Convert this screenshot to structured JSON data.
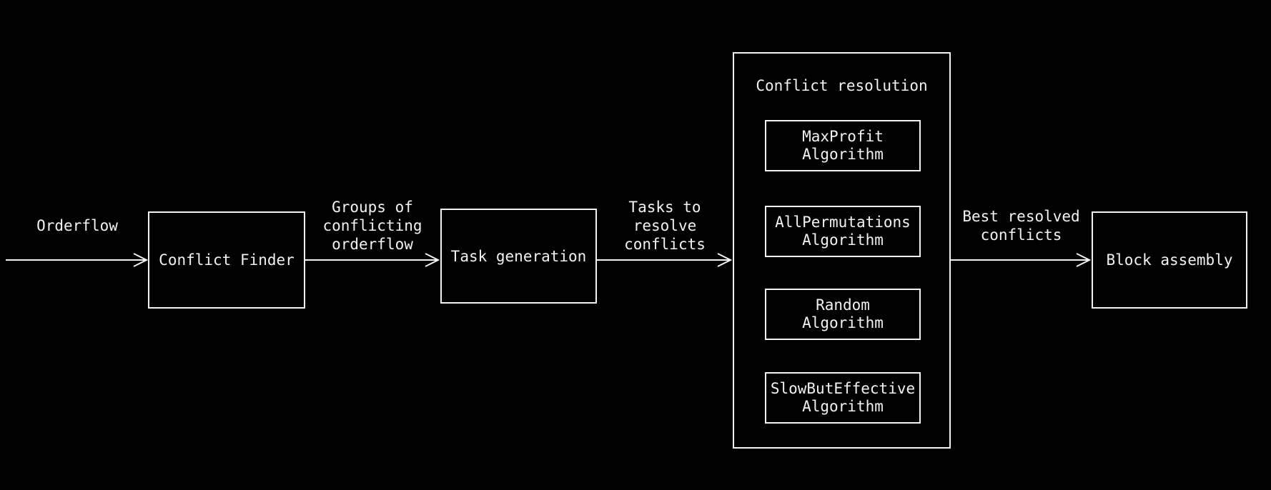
{
  "colors": {
    "background": "#000000",
    "line": "#f2f2f2",
    "text": "#f2f2f2"
  },
  "nodes": {
    "conflict_finder": "Conflict Finder",
    "task_generation": "Task generation",
    "block_assembly": "Block assembly"
  },
  "edges": {
    "orderflow": "Orderflow",
    "groups": "Groups of\nconflicting\norderflow",
    "tasks": "Tasks to\nresolve\nconflicts",
    "best": "Best resolved\nconflicts"
  },
  "conflict_resolution": {
    "title": "Conflict resolution",
    "algorithms": [
      "MaxProfit\nAlgorithm",
      "AllPermutations\nAlgorithm",
      "Random\nAlgorithm",
      "SlowButEffective\nAlgorithm"
    ]
  }
}
